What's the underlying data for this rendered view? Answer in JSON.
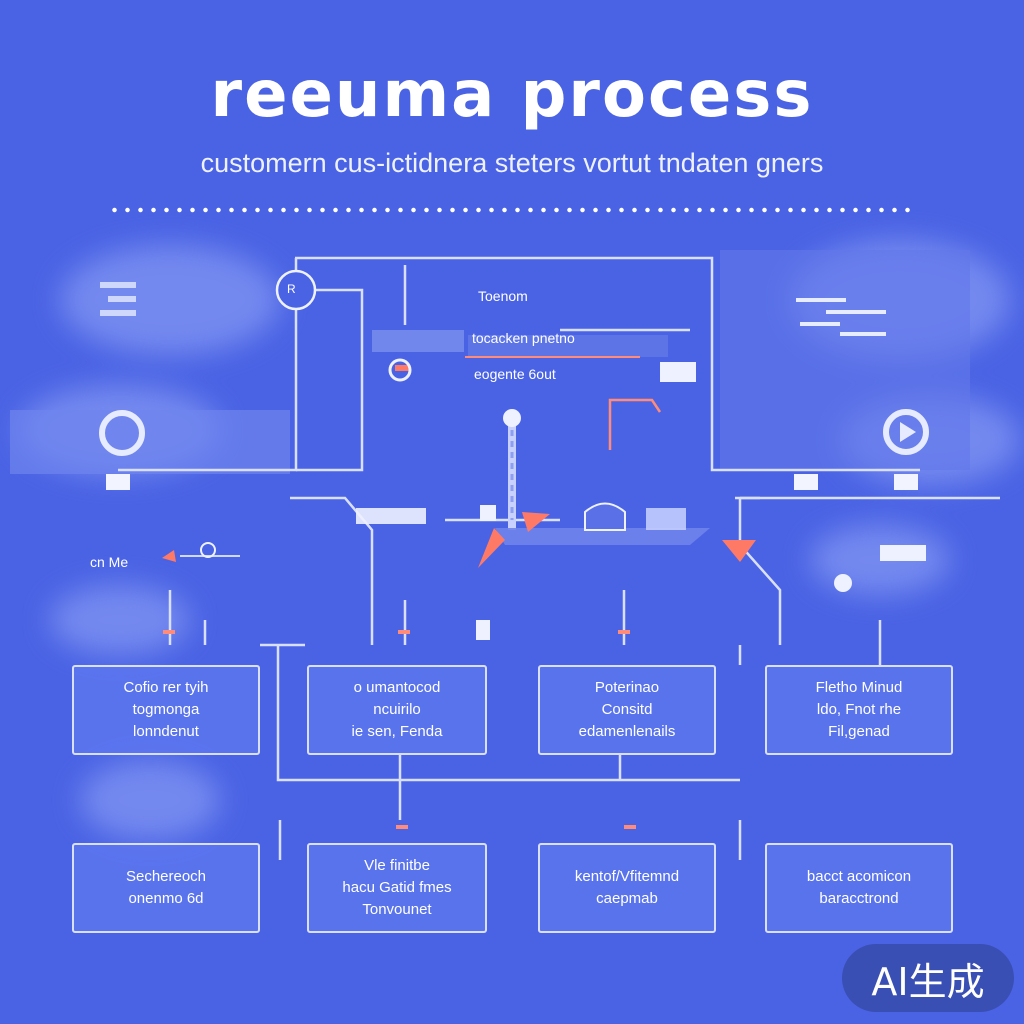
{
  "title": "reeuma process",
  "subtitle": "customern cus-ictidnera steters vortut tndaten gners",
  "top_labels": {
    "node_icon": "R",
    "label_1": "Toenom",
    "label_2": "tocacken pnetno",
    "label_3": "eogente 6out",
    "left_label": "cn Me"
  },
  "row1": [
    {
      "lines": [
        "Cofio rer tyih",
        "togmonga",
        "lonndenut"
      ]
    },
    {
      "lines": [
        "o umantocod",
        "ncuirilo",
        "ie sen, Fenda"
      ]
    },
    {
      "lines": [
        "Poterinao",
        "Consitd",
        "edamenlenails"
      ]
    },
    {
      "lines": [
        "Fletho Minud",
        "ldo, Fnot rhe",
        "Fil,genad"
      ]
    }
  ],
  "row2": [
    {
      "lines": [
        "Sechereoch",
        "onenmo 6d"
      ]
    },
    {
      "lines": [
        "Vle finitbe",
        "hacu Gatid fmes",
        "Tonvounet"
      ]
    },
    {
      "lines": [
        "kentof/Vfitemnd",
        "caepmab"
      ]
    },
    {
      "lines": [
        "bacct acomicon",
        "baracctrond"
      ]
    }
  ],
  "badge": "AI生成",
  "colors": {
    "background": "#4a63e4",
    "line": "#d9e0ff",
    "accent": "#ff7a66"
  }
}
